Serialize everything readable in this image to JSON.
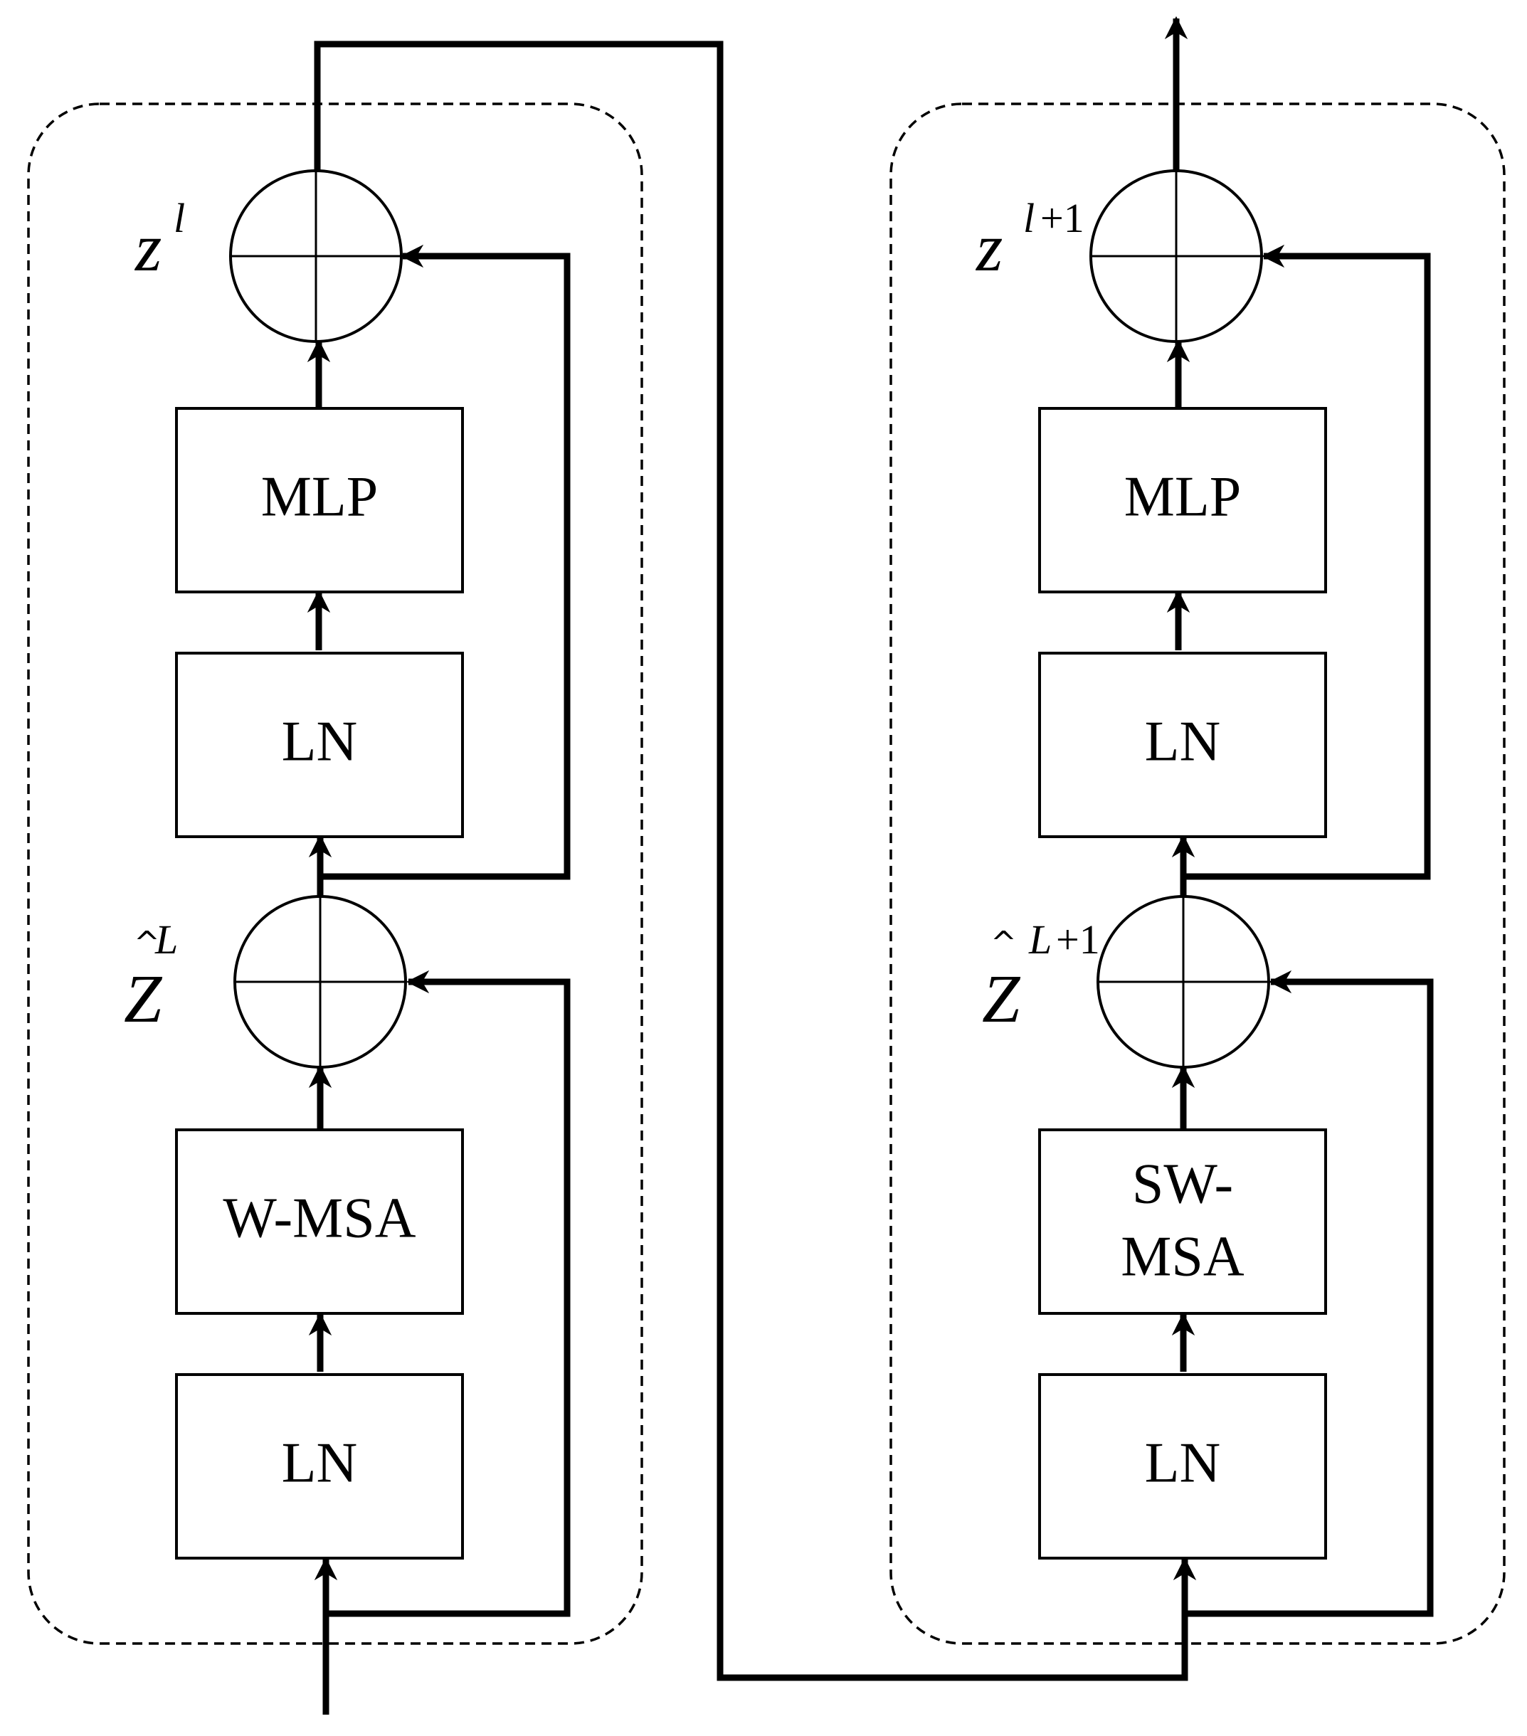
{
  "blocks": {
    "left": {
      "ln_bottom": "LN",
      "attention": "W-MSA",
      "ln_top": "LN",
      "mlp": "MLP",
      "z_hat": {
        "base": "Z",
        "hat": "^",
        "sup": "L"
      },
      "z": {
        "base": "z",
        "sup": "l"
      }
    },
    "right": {
      "ln_bottom": "LN",
      "attention_line1": "SW-",
      "attention_line2": "MSA",
      "ln_top": "LN",
      "mlp": "MLP",
      "z_hat": {
        "base": "Z",
        "hat": "^",
        "sup_var": "L",
        "sup_rest": "+1"
      },
      "z": {
        "base": "z",
        "sup_var": "l",
        "sup_rest": "+1"
      }
    }
  }
}
